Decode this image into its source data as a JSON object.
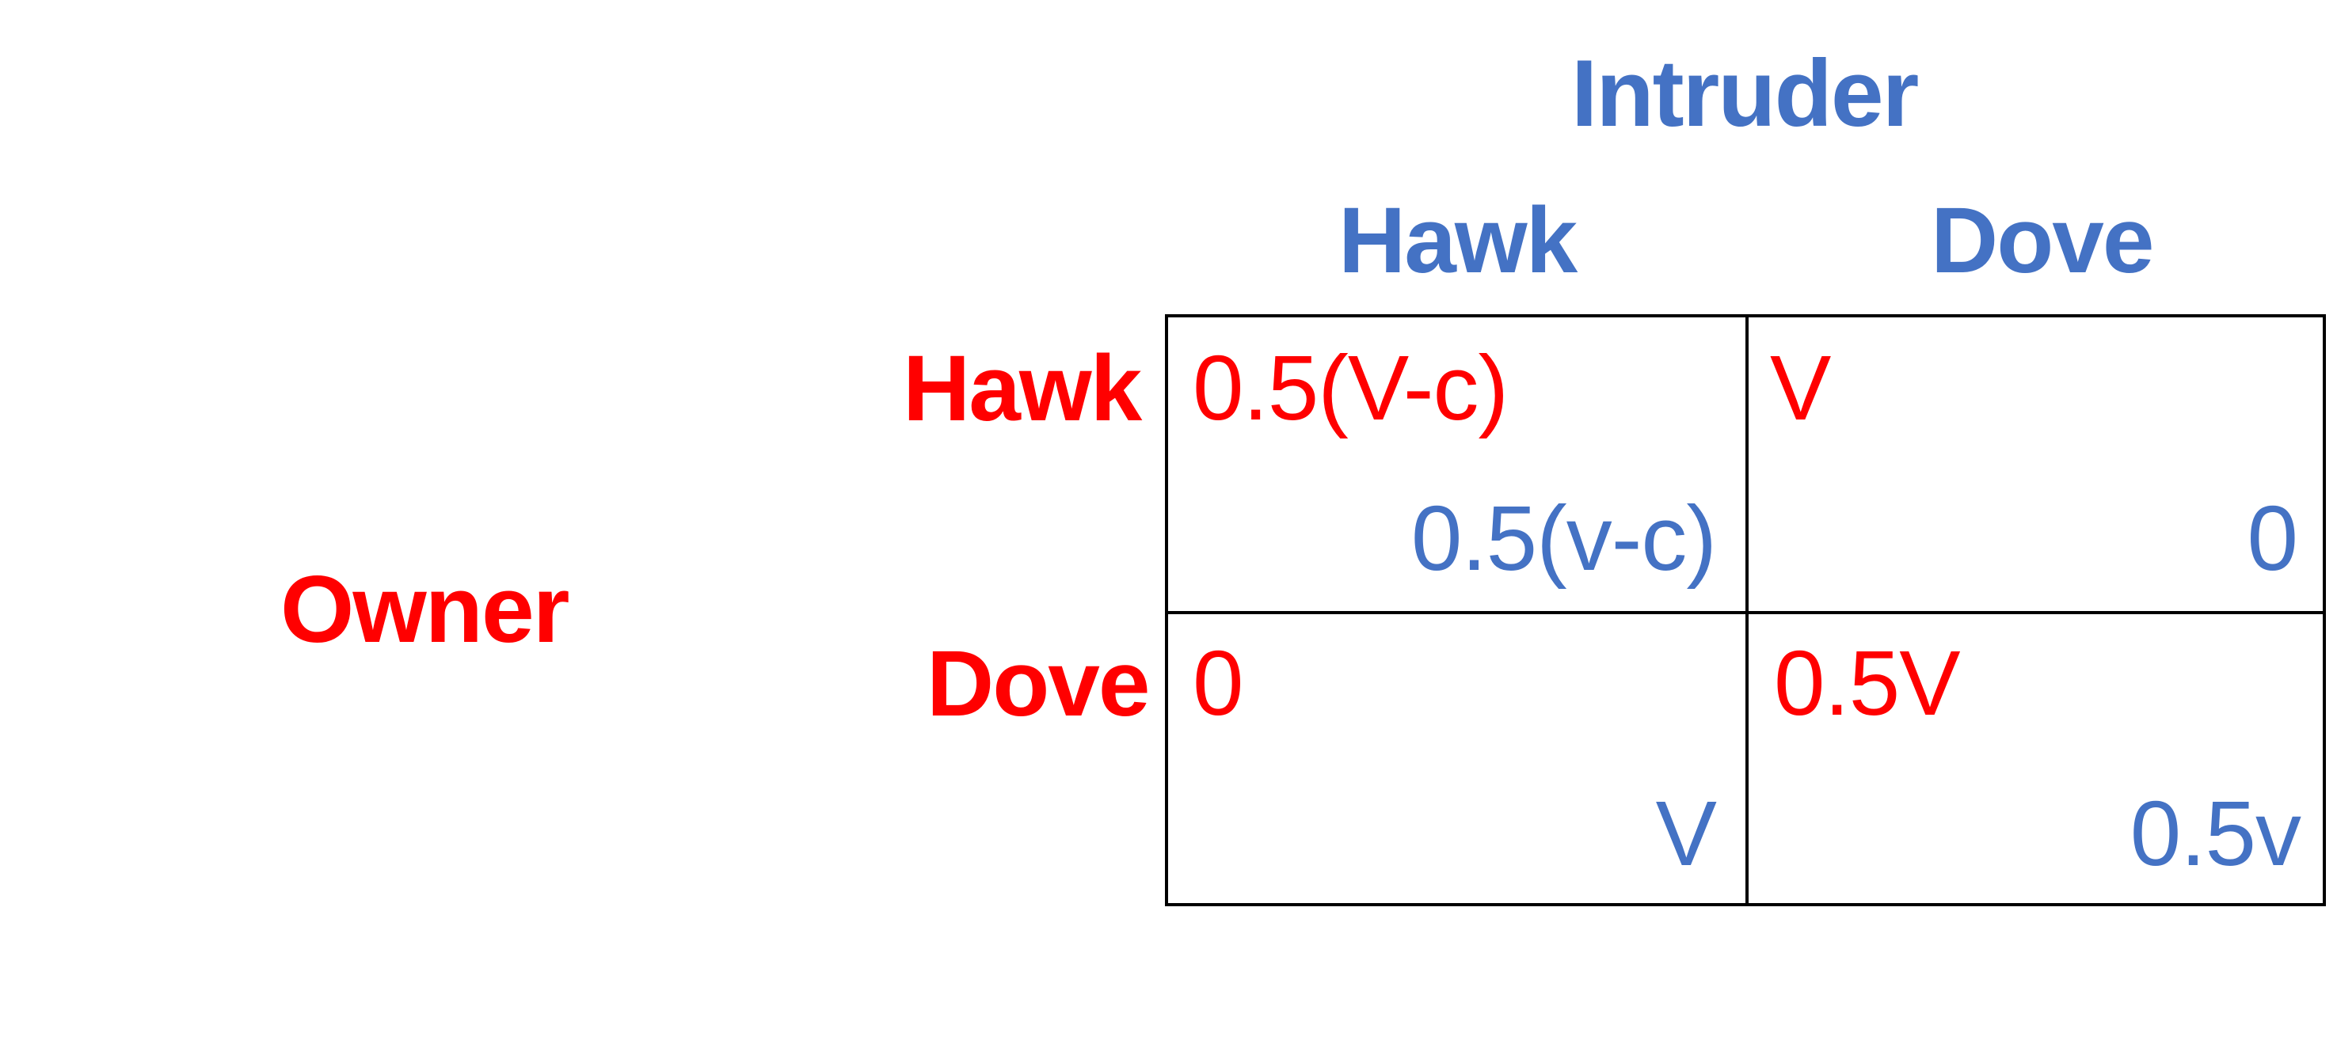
{
  "players": {
    "column_player": "Intruder",
    "row_player": "Owner"
  },
  "strategies": {
    "columns": [
      "Hawk",
      "Dove"
    ],
    "rows": [
      "Hawk",
      "Dove"
    ]
  },
  "payoffs": {
    "hawk_hawk": {
      "owner": "0.5(V-c)",
      "intruder": "0.5(v-c)"
    },
    "hawk_dove": {
      "owner": "V",
      "intruder": "0"
    },
    "dove_hawk": {
      "owner": "0",
      "intruder": "V"
    },
    "dove_dove": {
      "owner": "0.5V",
      "intruder": "0.5v"
    }
  },
  "colors": {
    "intruder": "#4472C4",
    "owner": "#FF0000",
    "grid": "#000000"
  }
}
